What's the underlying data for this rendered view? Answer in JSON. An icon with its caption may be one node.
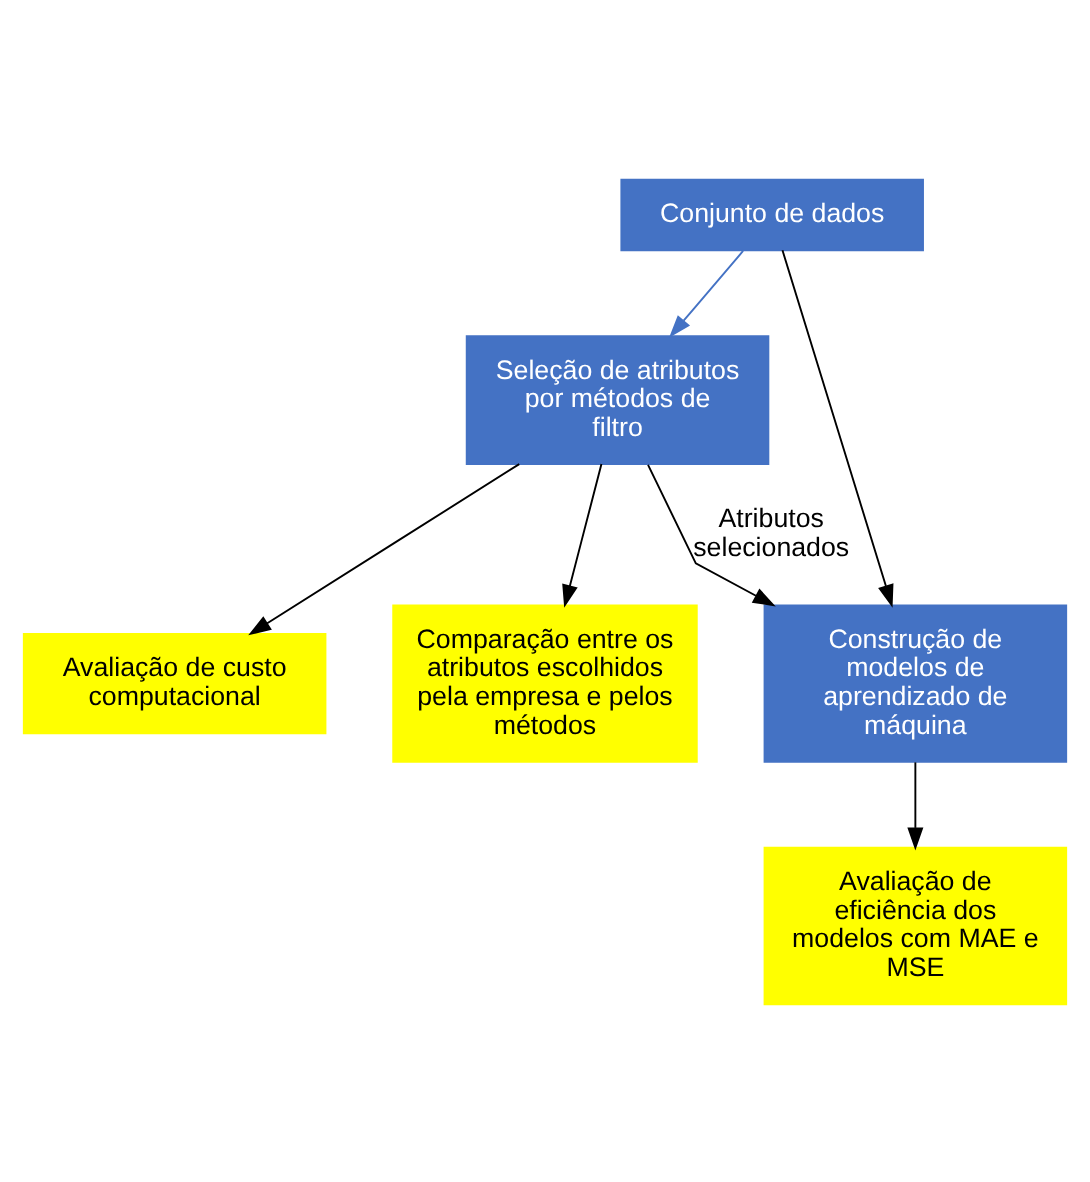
{
  "diagram": {
    "nodes": [
      {
        "text": [
          "Conjunto de dados"
        ]
      },
      {
        "text": [
          "Seleção de atributos por métodos de filtro"
        ]
      },
      {
        "text": [
          "Construção de modelos de aprendizado de máquina"
        ]
      },
      {
        "text": [
          "Avaliação de custo computacional"
        ]
      },
      {
        "text": [
          "Comparação entre os atributos escolhidos pela empresa e pelos métodos"
        ]
      },
      {
        "text": [
          "Avaliação de eficiência dos modelos com MAE e MSE"
        ]
      }
    ],
    "edges": [
      {
        "from": 0,
        "to": 1,
        "arrow": "to",
        "color": "#4472c4"
      },
      {
        "from": 0,
        "to": 2,
        "arrow": "to"
      },
      {
        "from": 1,
        "to": 2,
        "arrow": "to",
        "label": "Atributos selecionados"
      },
      {
        "from": 1,
        "to": 3,
        "arrow": "to"
      },
      {
        "from": 1,
        "to": 4,
        "arrow": "to"
      },
      {
        "from": 2,
        "to": 5,
        "arrow": "to"
      }
    ]
  }
}
